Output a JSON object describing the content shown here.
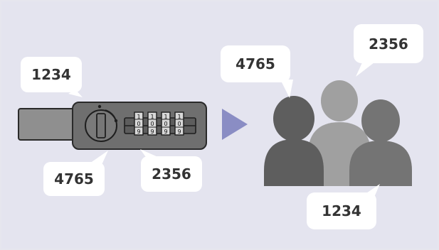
{
  "lock": {
    "dial_digits": [
      [
        "1",
        "0",
        "9"
      ],
      [
        "1",
        "0",
        "9"
      ],
      [
        "1",
        "0",
        "9"
      ],
      [
        "1",
        "0",
        "9"
      ]
    ]
  },
  "lock_bubbles": {
    "top": "1234",
    "bottom_left": "4765",
    "bottom_right": "2356"
  },
  "people_bubbles": {
    "left": "4765",
    "top_right": "2356",
    "bottom": "1234"
  },
  "colors": {
    "background": "#e4e4ef",
    "bubble": "#ffffff",
    "arrow": "#8a8dc4",
    "person_dark": "#5e5e5e",
    "person_light": "#a0a0a0",
    "person_mid": "#747474",
    "lock_body": "#6f6f6f",
    "lock_bar": "#8f8f8f"
  }
}
